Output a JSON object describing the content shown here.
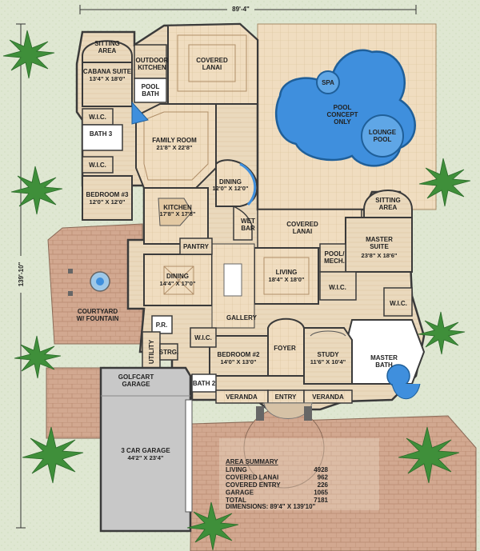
{
  "dimensions": {
    "width": "89'-4\"",
    "depth": "139'-10\""
  },
  "rooms": {
    "sitting_area_cabana": "SITTING\nAREA",
    "cabana_suite": {
      "name": "CABANA SUITE",
      "size": "13'4\" X 18'0\""
    },
    "outdoor_kitchen": "OUTDOOR\nKITCHEN",
    "pool_bath": "POOL\nBATH",
    "covered_lanai_top": "COVERED\nLANAI",
    "spa": "SPA",
    "pool": "POOL\nCONCEPT\nONLY",
    "lounge_pool": "LOUNGE\nPOOL",
    "wic_1": "W.I.C.",
    "bath_3": "BATH 3",
    "wic_2": "W.I.C.",
    "family_room": {
      "name": "FAMILY ROOM",
      "size": "21'8\" X 22'8\""
    },
    "bedroom_3": {
      "name": "BEDROOM #3",
      "size": "12'0\" X 12'0\""
    },
    "dining_nook": {
      "name": "DINING",
      "size": "12'0\" X 12'0\""
    },
    "kitchen": {
      "name": "KITCHEN",
      "size": "17'8\" X 17'8\""
    },
    "wet_bar": "WET\nBAR",
    "covered_lanai_mid": "COVERED\nLANAI",
    "sitting_area_master": "SITTING\nAREA",
    "master_suite": {
      "name": "MASTER\nSUITE",
      "size": "23'8\" X 18'6\""
    },
    "pantry": "PANTRY",
    "pool_mech": "POOL/\nMECH.",
    "courtyard": "COURTYARD\nW/ FOUNTAIN",
    "dining_formal": {
      "name": "DINING",
      "size": "14'4\" X 17'0\""
    },
    "living": {
      "name": "LIVING",
      "size": "18'4\" X 18'0\""
    },
    "wic_master": "W.I.C.",
    "wic_master_2": "W.I.C.",
    "gallery": "GALLERY",
    "pr": "P.R.",
    "utility": "UTILITY",
    "strg": "STRG.",
    "wic_bed2": "W.I.C.",
    "bedroom_2": {
      "name": "BEDROOM #2",
      "size": "14'0\" X 13'0\""
    },
    "foyer": "FOYER",
    "study": {
      "name": "STUDY",
      "size": "11'6\" X 10'4\""
    },
    "master_bath": "MASTER\nBATH",
    "golfcart_garage": "GOLFCART\nGARAGE",
    "bath_2": "BATH 2",
    "veranda_left": "VERANDA",
    "entry": "ENTRY",
    "veranda_right": "VERANDA",
    "garage": {
      "name": "3 CAR GARAGE",
      "size": "44'2\" X 23'4\""
    }
  },
  "area_summary": {
    "title": "AREA SUMMARY",
    "rows": [
      {
        "label": "LIVING",
        "value": "4928"
      },
      {
        "label": "COVERED LANAI",
        "value": "962"
      },
      {
        "label": "COVERED ENTRY",
        "value": "226"
      },
      {
        "label": "GARAGE",
        "value": "1065"
      },
      {
        "label": "TOTAL",
        "value": "7181"
      }
    ],
    "dimensions_line": "DIMENSIONS: 89'4\" X 139'10\""
  },
  "colors": {
    "background": "#dfe7d2",
    "floor": "#efe3cf",
    "tile": "#f0ddc0",
    "pavers": "#d2a890",
    "pool": "#3f8fdd",
    "wall": "#3a3a3a",
    "garage": "#c8c8c8",
    "palm": "#3f8f3a"
  }
}
